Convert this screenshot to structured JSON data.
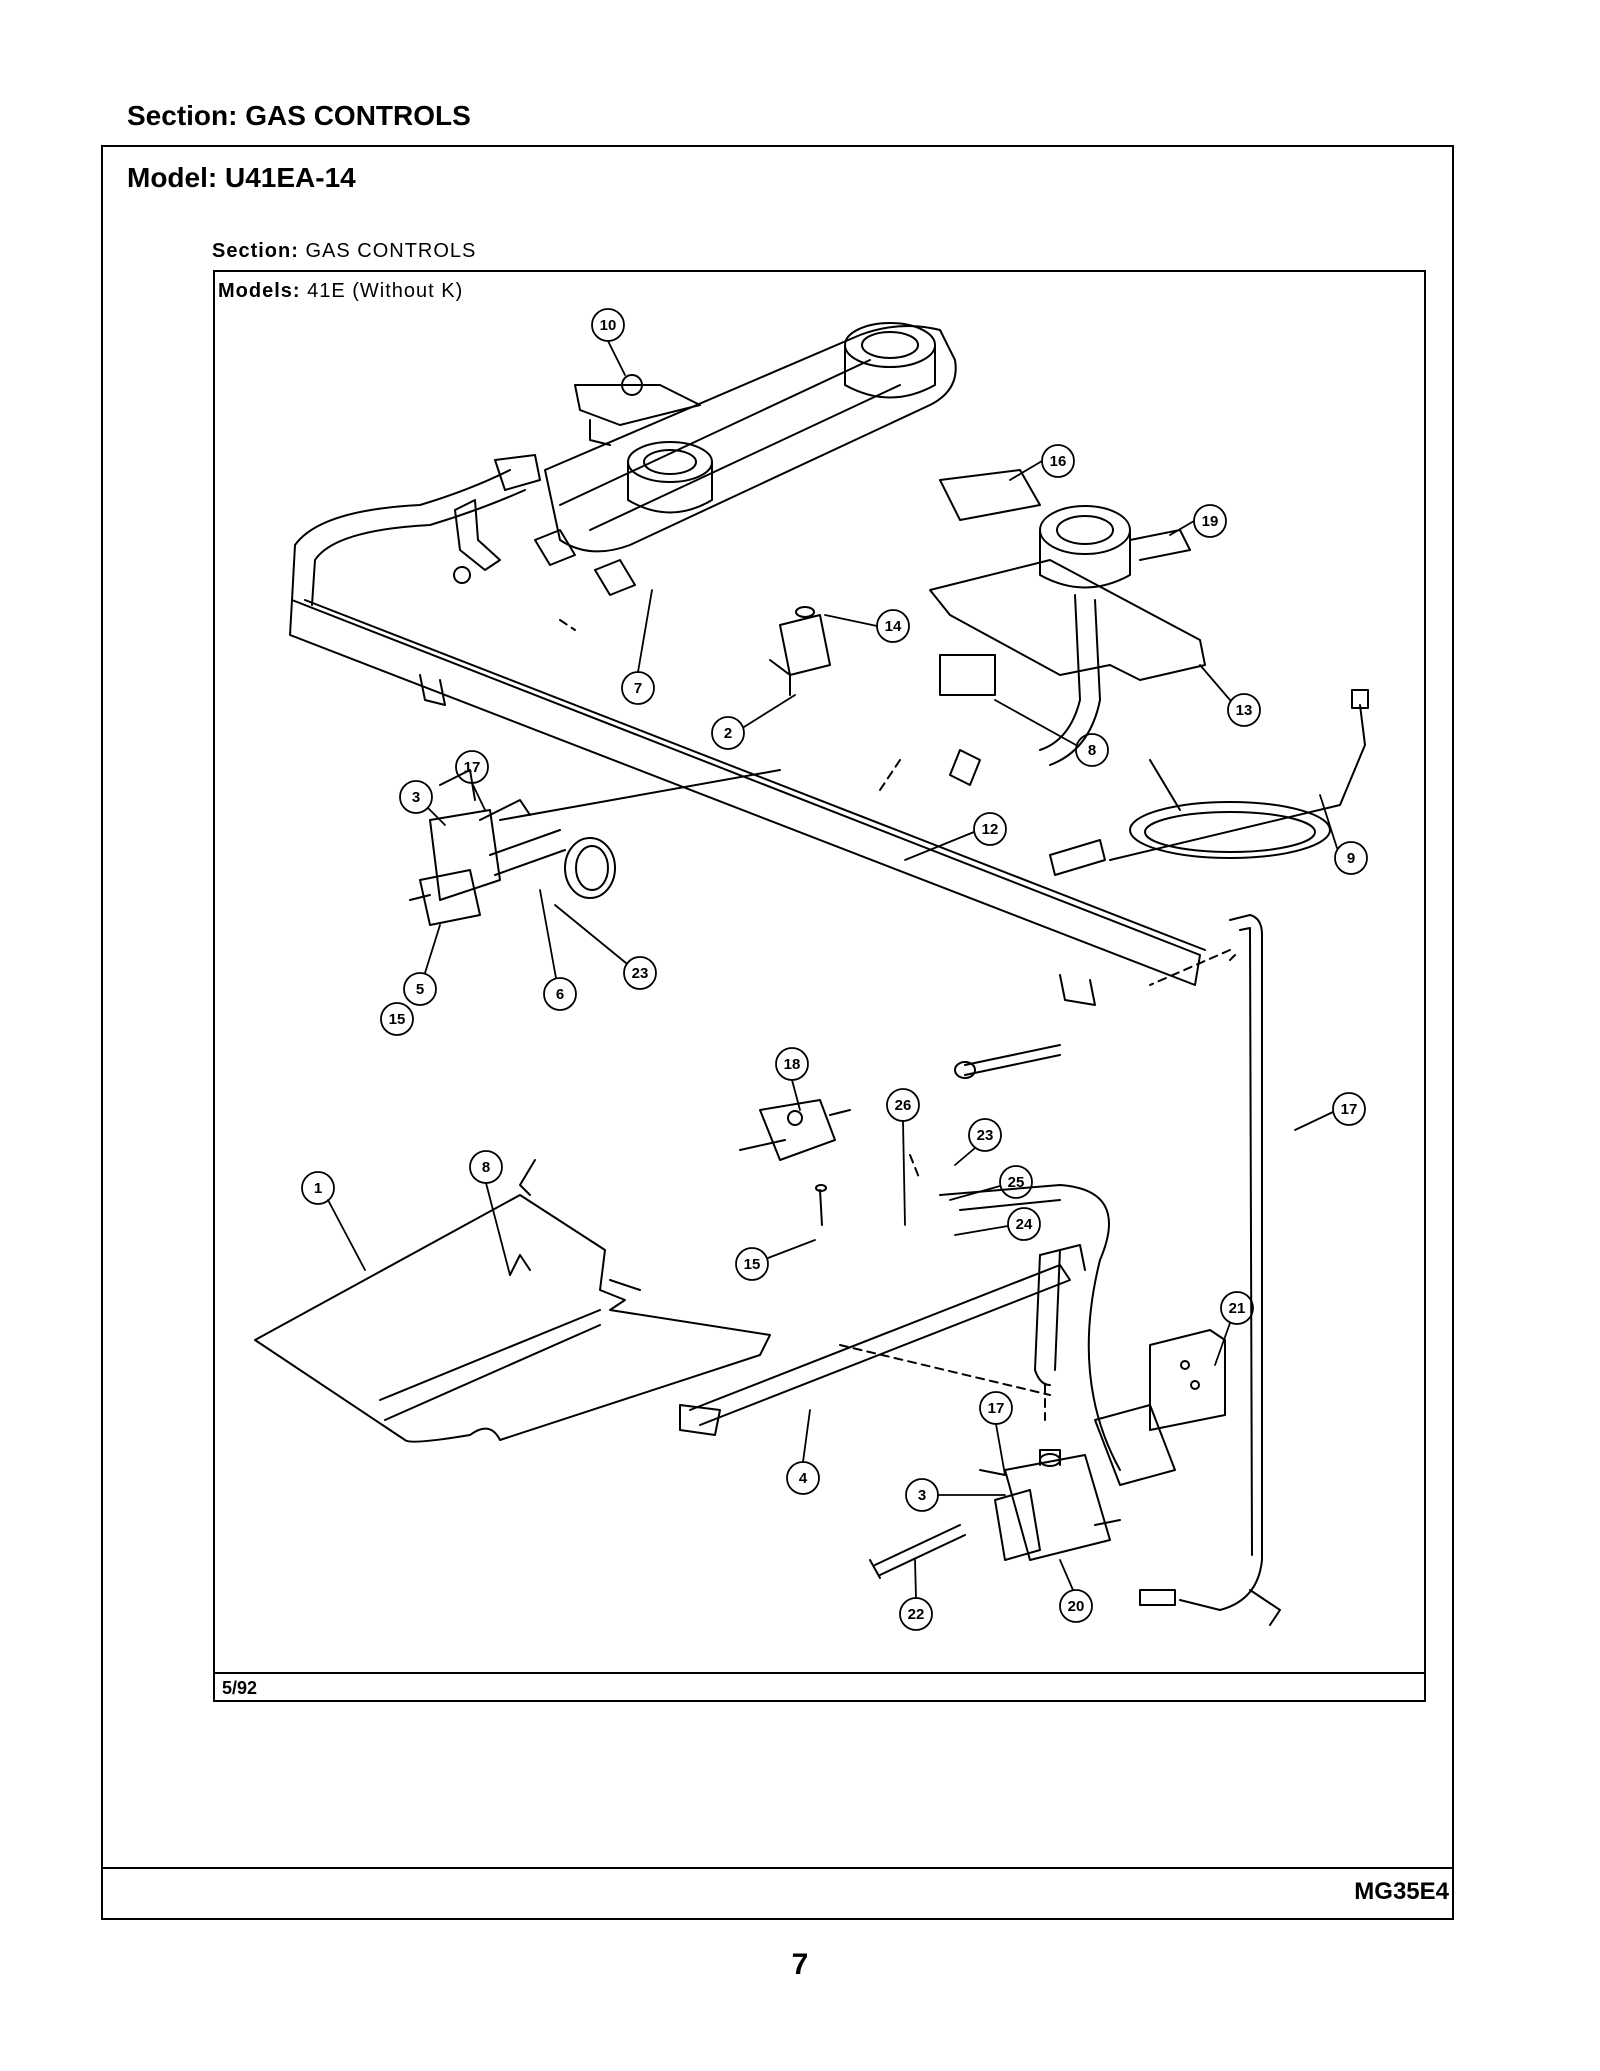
{
  "header": {
    "section_label": "Section:  GAS CONTROLS",
    "model_label": "Model:  U41EA-14"
  },
  "inner_drawing": {
    "section_key": "Section:",
    "section_value": "GAS CONTROLS",
    "models_key": "Models:",
    "models_value": "41E (Without K)",
    "date": "5/92"
  },
  "footer": {
    "doc_code": "MG35E4",
    "page_number": "7"
  },
  "callouts": [
    "10",
    "16",
    "19",
    "14",
    "7",
    "13",
    "2",
    "8",
    "12",
    "17",
    "3",
    "9",
    "23",
    "5",
    "6",
    "15",
    "18",
    "26",
    "23",
    "25",
    "24",
    "17",
    "1",
    "8",
    "15",
    "21",
    "4",
    "17",
    "3",
    "22",
    "20"
  ],
  "colors": {
    "ink": "#000000",
    "paper": "#ffffff"
  }
}
